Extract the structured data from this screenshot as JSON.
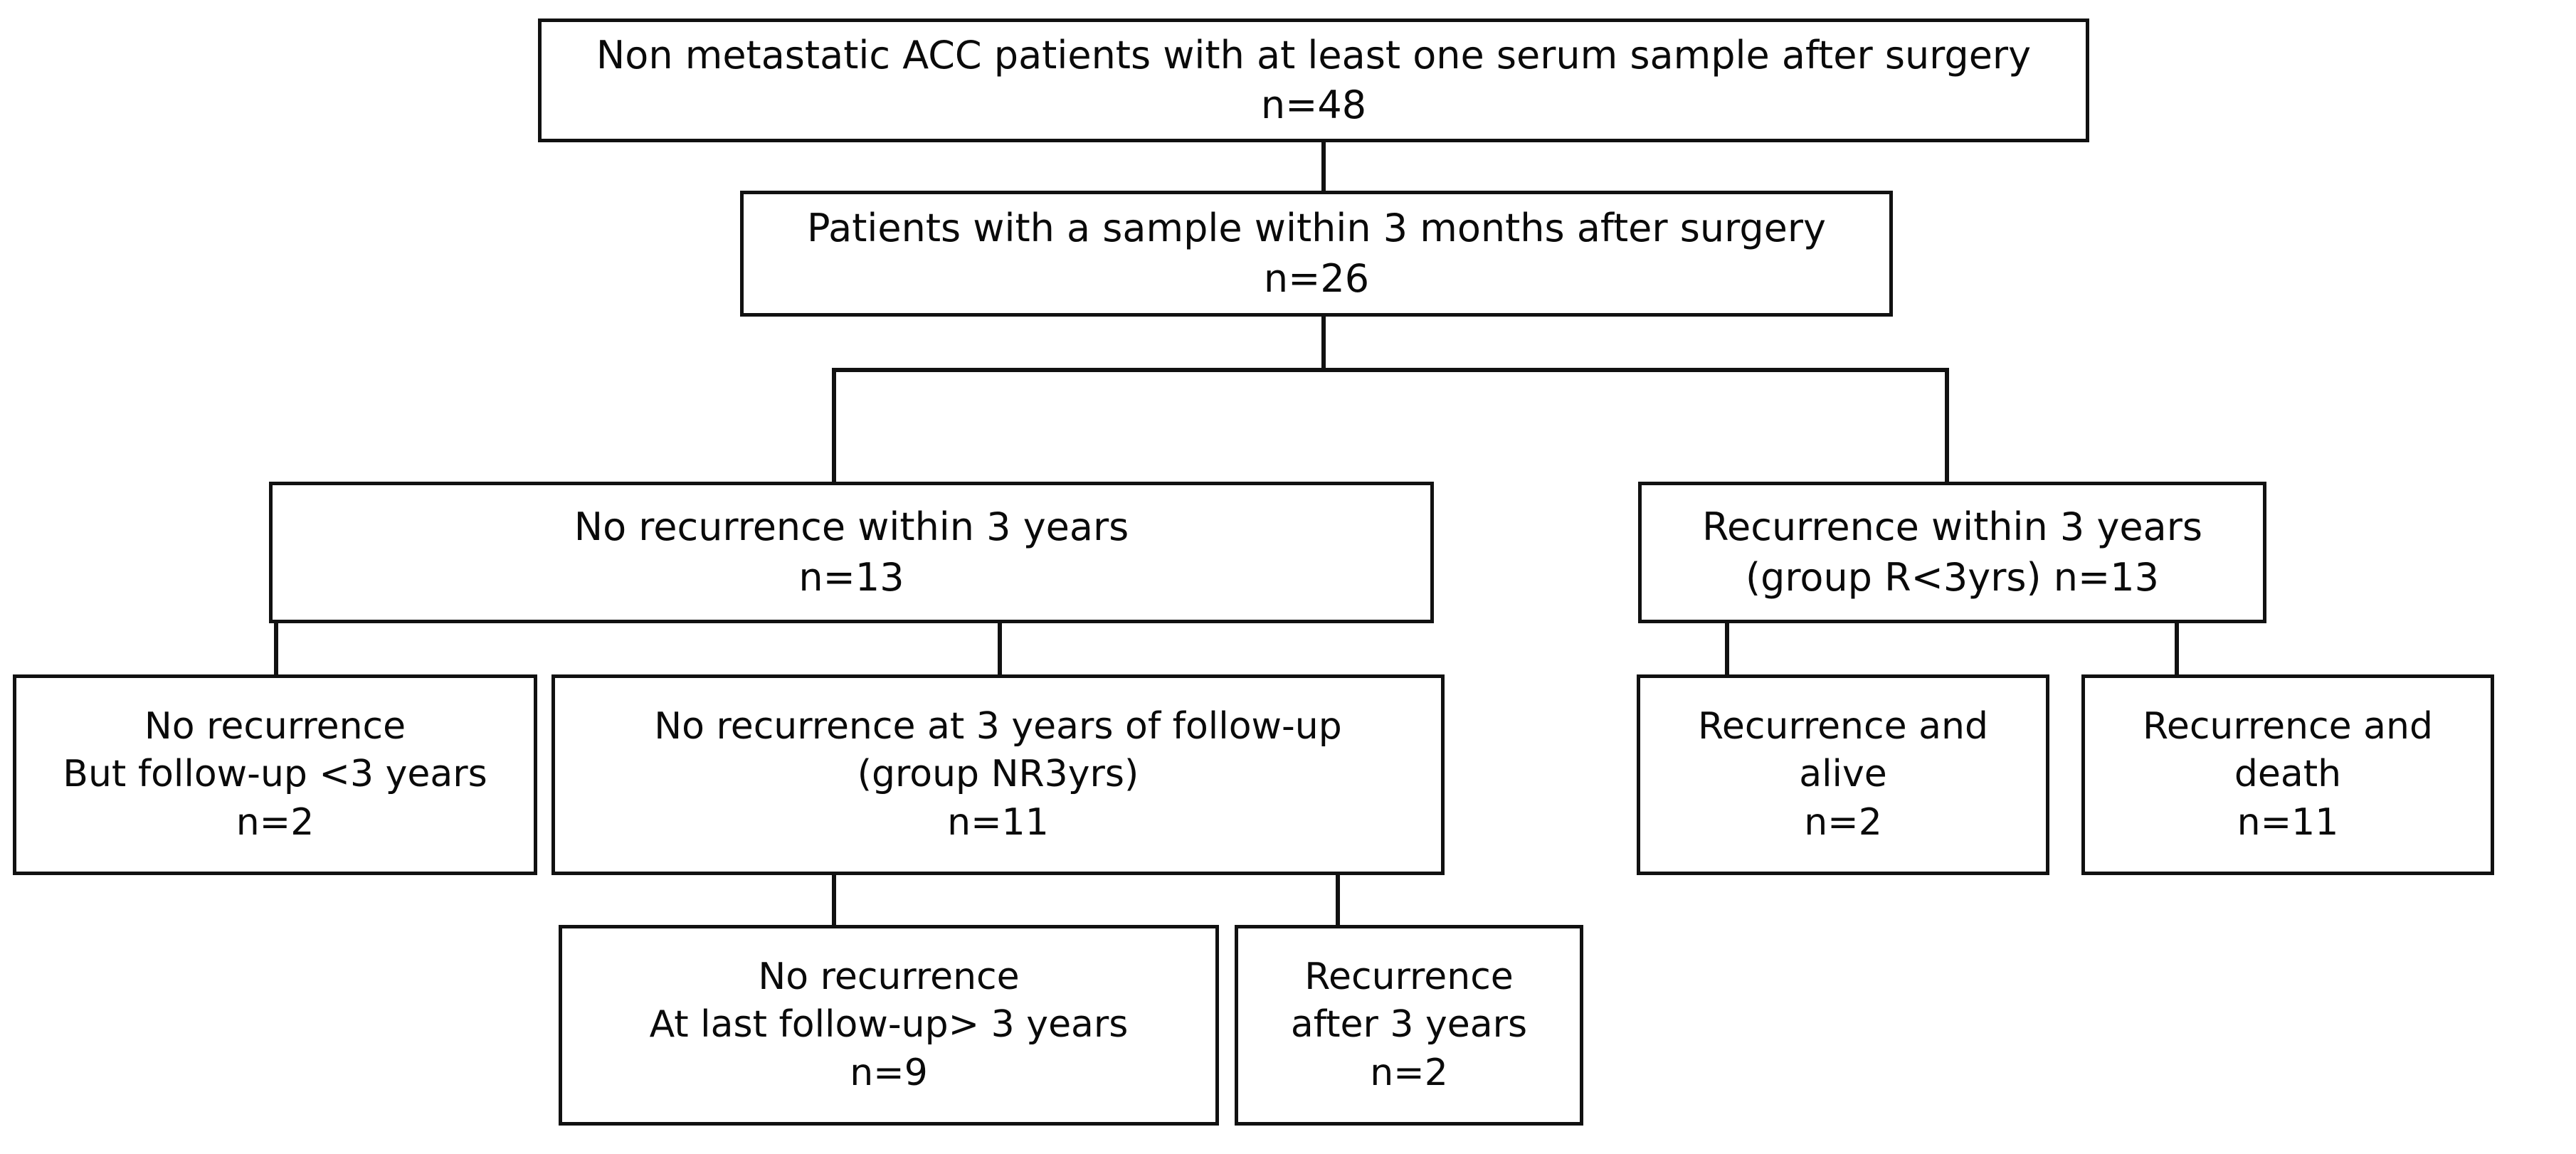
{
  "diagram": {
    "title": "Flow diagram of non metastatic ACC patient cohort selection",
    "type": "flowchart",
    "line_color": "#111111",
    "box_fill": "#ffffff",
    "text_color": "#0a0a0a",
    "nodes": [
      {
        "id": "cohort-all",
        "lines": [
          "Non metastatic ACC patients with at least one serum sample after surgery",
          "n=48"
        ],
        "n": 48
      },
      {
        "id": "sample-3-months",
        "lines": [
          "Patients with a sample within 3 months after surgery",
          "n=26"
        ],
        "n": 26
      },
      {
        "id": "no-recurrence-3yrs",
        "lines": [
          "No recurrence within 3 years",
          "n=13"
        ],
        "n": 13
      },
      {
        "id": "recurrence-3yrs",
        "lines": [
          "Recurrence within 3 years",
          "(group R<3yrs) n=13"
        ],
        "n": 13
      },
      {
        "id": "no-recurrence-short-followup",
        "lines": [
          "No recurrence",
          "But follow-up <3 years",
          "n=2"
        ],
        "n": 2
      },
      {
        "id": "no-recurrence-nr3yrs",
        "lines": [
          "No recurrence at 3 years of follow-up",
          "(group NR3yrs)",
          "n=11"
        ],
        "n": 11
      },
      {
        "id": "recurrence-alive",
        "lines": [
          "Recurrence and",
          "alive",
          "n=2"
        ],
        "n": 2
      },
      {
        "id": "recurrence-death",
        "lines": [
          "Recurrence and",
          "death",
          "n=11"
        ],
        "n": 11
      },
      {
        "id": "no-recurrence-last-followup",
        "lines": [
          "No recurrence",
          "At last follow-up> 3 years",
          "n=9"
        ],
        "n": 9
      },
      {
        "id": "recurrence-after-3yrs",
        "lines": [
          "Recurrence",
          "after 3 years",
          "n=2"
        ],
        "n": 2
      }
    ]
  }
}
